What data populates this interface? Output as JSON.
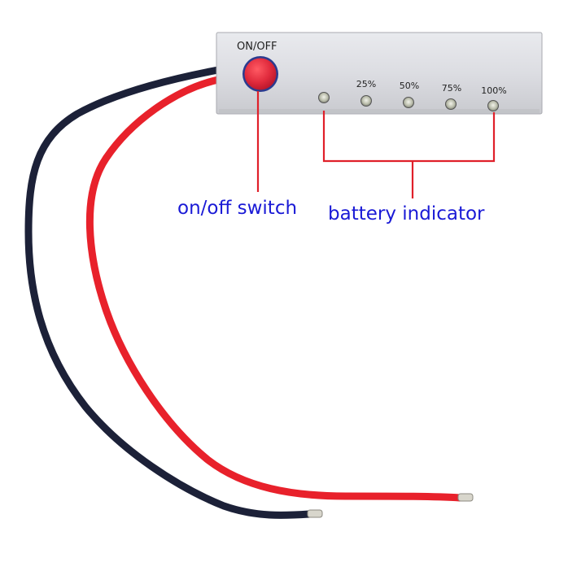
{
  "module": {
    "switch_label": "ON/OFF",
    "levels": [
      "25%",
      "50%",
      "75%",
      "100%"
    ]
  },
  "annotations": {
    "switch": "on/off switch",
    "indicator": "battery indicator"
  },
  "colors": {
    "annotation_text": "#1a1ad6",
    "annotation_lines": "#e0202a",
    "red_wire": "#e8212b",
    "black_wire": "#1c2138",
    "button": "#e02a3c",
    "panel": "#dcdde2"
  }
}
